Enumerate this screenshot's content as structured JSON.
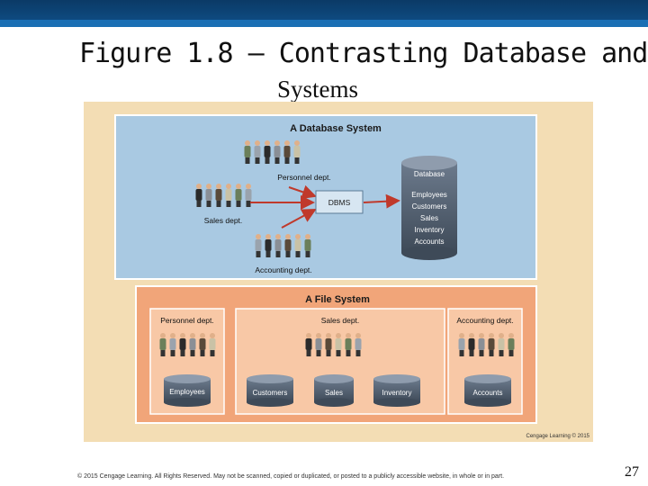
{
  "slide": {
    "title_line1": "Figure 1.8 – Contrasting Database and ",
    "title_glyph": "□",
    "title_line2": "Systems",
    "footer": "© 2015 Cengage Learning. All Rights Reserved. May not be scanned, copied or duplicated, or posted to a publicly accessible website, in whole or in part.",
    "page_number": "27"
  },
  "diagram": {
    "db_system": {
      "title": "A Database System",
      "personnel": "Personnel dept.",
      "sales": "Sales dept.",
      "accounting": "Accounting dept.",
      "dbms": "DBMS",
      "database_title": "Database",
      "database_items": [
        "Employees",
        "Customers",
        "Sales",
        "Inventory",
        "Accounts"
      ]
    },
    "file_system": {
      "title": "A File System",
      "personnel": "Personnel dept.",
      "sales": "Sales dept.",
      "accounting": "Accounting dept.",
      "personnel_files": [
        "Employees"
      ],
      "sales_files": [
        "Customers",
        "Sales",
        "Inventory"
      ],
      "accounting_files": [
        "Accounts"
      ]
    },
    "credit": "Cengage Learning © 2015"
  },
  "colors": {
    "db_panel": "#a9c9e2",
    "fs_panel": "#f1a579",
    "arrow": "#c0392b",
    "cylinder": "#4f5d6e"
  }
}
